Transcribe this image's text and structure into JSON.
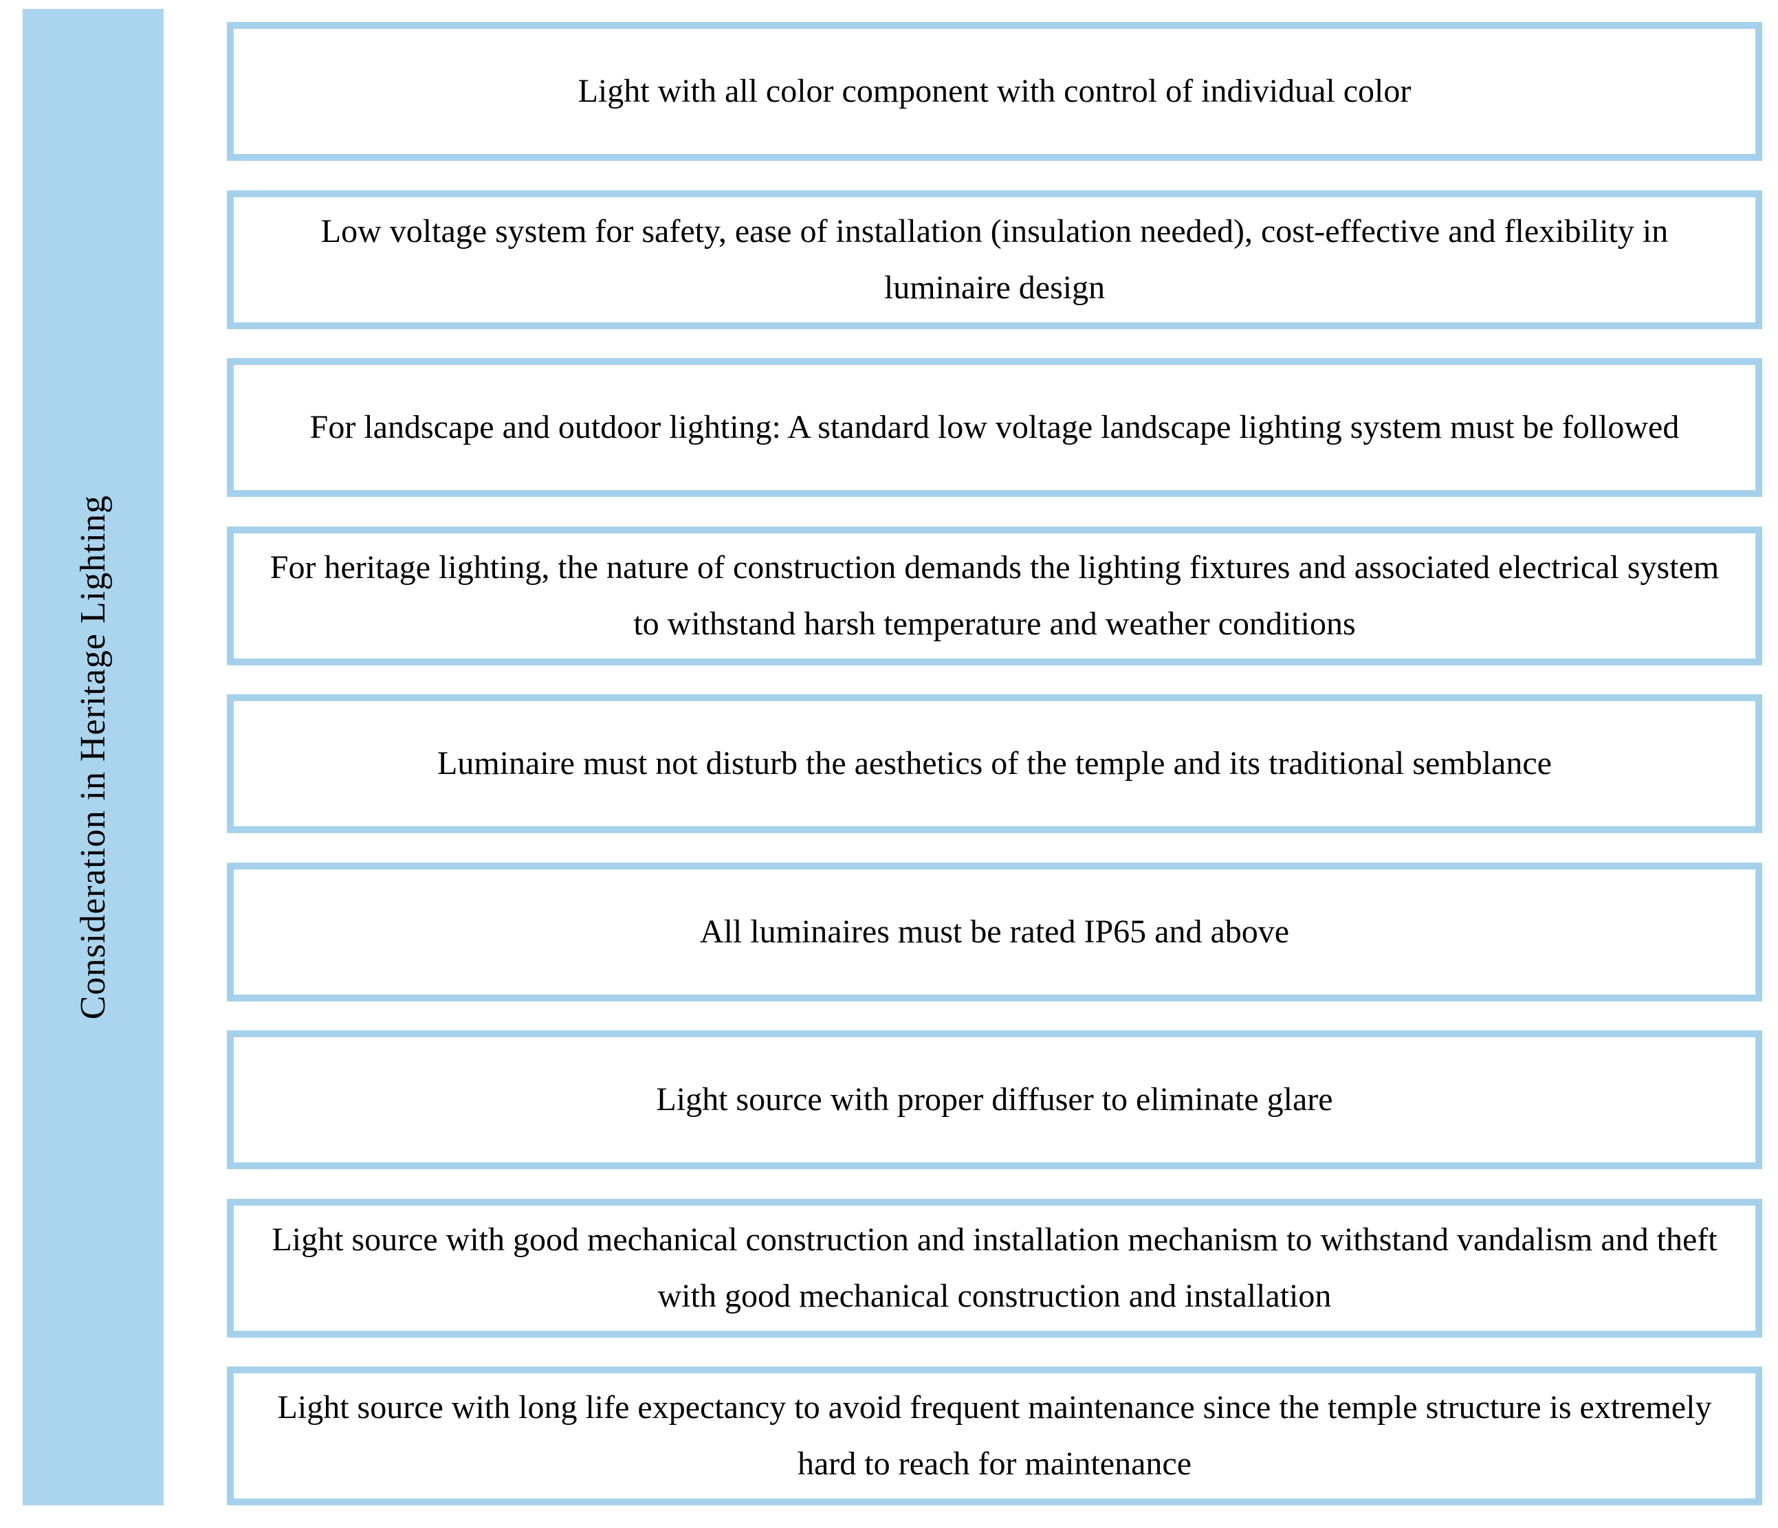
{
  "title": "Consideration in Heritage Lighting diagram",
  "sidebar": {
    "label": "Consideration in Heritage Lighting"
  },
  "boxes": [
    "Light with all color component with control of individual color",
    "Low voltage system for safety, ease of installation (insulation needed), cost-effective and flexibility in luminaire design",
    "For landscape and outdoor lighting: A standard low voltage landscape lighting system must be followed",
    "For heritage lighting, the nature of construction demands the lighting fixtures and associated electrical system to withstand harsh temperature and weather conditions",
    "Luminaire must not disturb the aesthetics of the temple and its traditional semblance",
    "All luminaires must be rated IP65 and above",
    "Light source with proper diffuser to eliminate glare",
    "Light source with good mechanical construction and installation mechanism to withstand vandalism and theft with good mechanical construction and installation",
    "Light source with long life expectancy to avoid frequent maintenance since the temple structure is extremely hard to reach for maintenance"
  ],
  "colors": {
    "accent_blue": "#abd4ee",
    "box_border_blue": "#a6d1ec",
    "text_black": "#000000",
    "background_white": "#ffffff"
  }
}
